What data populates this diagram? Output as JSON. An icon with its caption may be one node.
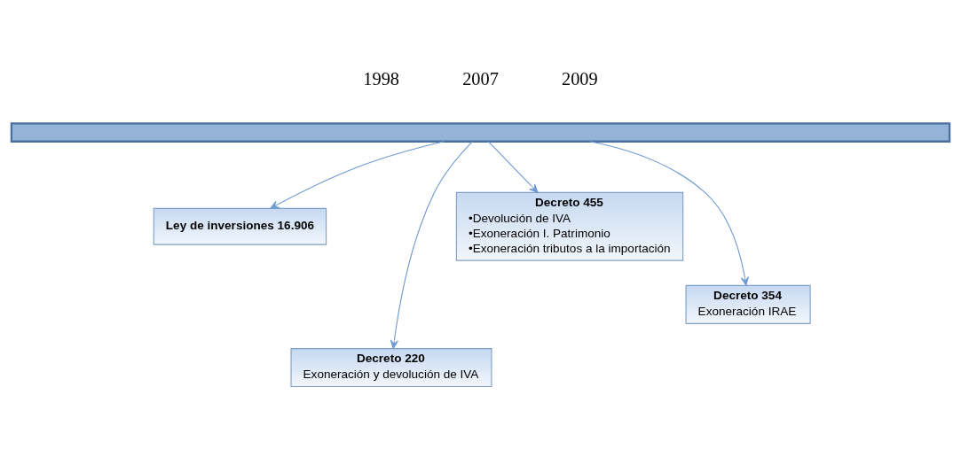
{
  "diagram": {
    "nodes": [
      {
        "text": [],
        "shape": "bar"
      },
      {
        "text": [
          "Ley de inversiones 16.906"
        ]
      },
      {
        "text": [
          "Decreto 220",
          "Exoneración y devolución de IVA"
        ]
      },
      {
        "text": [
          "Decreto 455",
          "•Devolución de IVA",
          "•Exoneración I. Patrimonio",
          "•Exoneración tributos a la importación"
        ]
      },
      {
        "text": [
          "Decreto 354",
          "Exoneración IRAE"
        ]
      }
    ],
    "edges": [
      {
        "from": 0,
        "to": 1,
        "arrow": "to"
      },
      {
        "from": 0,
        "to": 2,
        "arrow": "to"
      },
      {
        "from": 0,
        "to": 3,
        "arrow": "to"
      },
      {
        "from": 0,
        "to": 4,
        "arrow": "to"
      }
    ],
    "labels": [
      "1998",
      "2007",
      "2009"
    ]
  }
}
